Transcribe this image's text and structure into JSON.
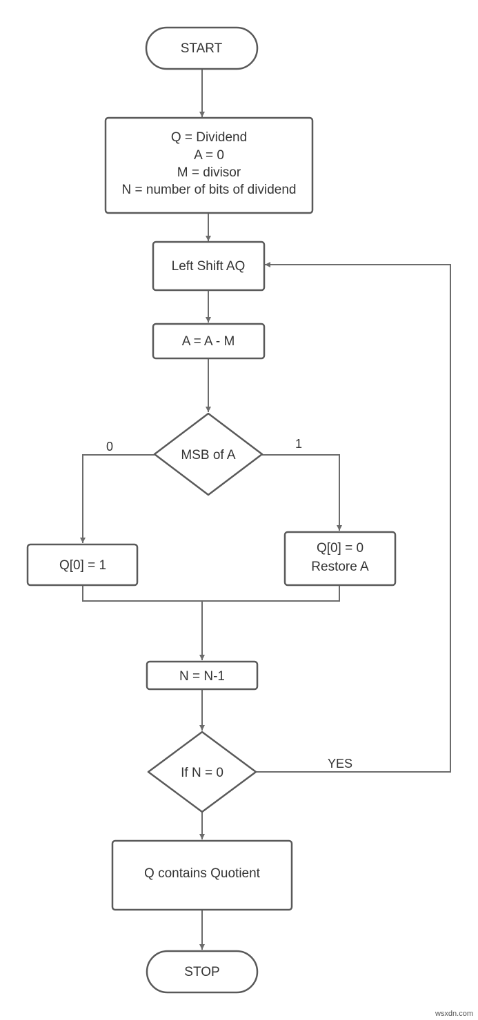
{
  "nodes": {
    "start": "START",
    "init": {
      "line1": "Q = Dividend",
      "line2": "A = 0",
      "line3": "M = divisor",
      "line4": "N = number of bits of dividend"
    },
    "left_shift": "Left Shift AQ",
    "subtract": "A = A - M",
    "msb_check": "MSB of A",
    "set_one": "Q[0] = 1",
    "set_zero": {
      "line1": "Q[0] = 0",
      "line2": "Restore A"
    },
    "decrement": "N = N-1",
    "n_check": "If N = 0",
    "result": "Q contains Quotient",
    "stop": "STOP"
  },
  "edges": {
    "msb_zero": "0",
    "msb_one": "1",
    "loop_yes": "YES"
  },
  "watermark": "wsxdn.com"
}
